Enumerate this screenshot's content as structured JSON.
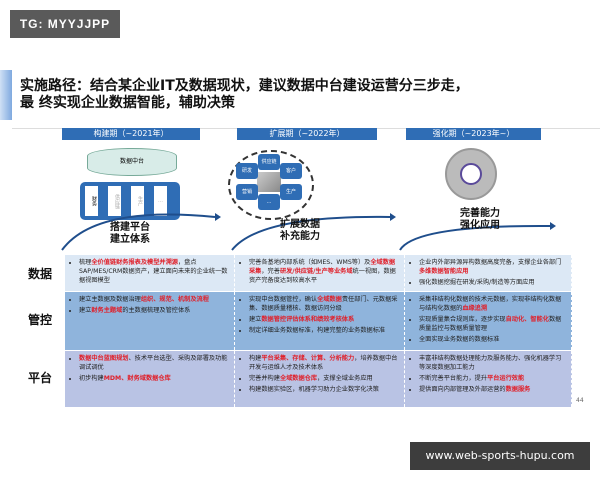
{
  "watermark": "TG: MYYJJPP",
  "title_line1": "实施路径：结合某企业IT及数据现状，建议数据中台建设运营分三步走，",
  "title_line2": "最  终实现企业数据智能，辅助决策",
  "phases": [
    {
      "header": "构建期（~2021年）",
      "caption1": "搭建平台",
      "caption2": "建立体系",
      "db_label": "数据中台",
      "modules": [
        "财务",
        "供应链",
        "生产",
        "…"
      ]
    },
    {
      "header": "扩展期（~2022年）",
      "caption1": "扩展数据",
      "caption2": "补充能力",
      "hexes": [
        "供应链",
        "研发",
        "客户",
        "营销",
        "生产",
        "…"
      ]
    },
    {
      "header": "强化期（~2023年~）",
      "caption1": "完善能力",
      "caption2": "强化应用"
    }
  ],
  "rows": [
    {
      "label": "数据",
      "cells": [
        [
          [
            {
              "t": "梳理"
            },
            {
              "t": "全价值链财务报表及模型并溯源",
              "hl": true
            },
            {
              "t": "，盘点SAP/MES/CRM数据资产，建立面向未来的企业统一数据视图模型"
            }
          ]
        ],
        [
          [
            {
              "t": "完善各基地内部系统（如MES、WMS等）及"
            },
            {
              "t": "全域数据采集",
              "hl": true
            },
            {
              "t": "，完善"
            },
            {
              "t": "研发/供应链/生产等业务域",
              "hl": true
            },
            {
              "t": "统一视图，数据资产完备度达到较高水平"
            }
          ]
        ],
        [
          [
            {
              "t": "企业内外部异源异构数据高度完备，支撑企业各部门"
            },
            {
              "t": "多维数据智能应用",
              "hl": true
            }
          ],
          [
            {
              "t": "强化数据挖掘在研发/采购/制造等方面应用"
            }
          ]
        ]
      ]
    },
    {
      "label": "管控",
      "cells": [
        [
          [
            {
              "t": "建立主数据及数据治理"
            },
            {
              "t": "组织、规范、机制及流程",
              "hl": true
            }
          ],
          [
            {
              "t": "建立"
            },
            {
              "t": "财务主题域",
              "hl": true
            },
            {
              "t": "的主数据梳理及管控体系"
            }
          ]
        ],
        [
          [
            {
              "t": "实现中台数据管控，确认"
            },
            {
              "t": "全域数据",
              "hl": true
            },
            {
              "t": "责任部门、元数据采集、数据质量稽核、数据访问分级"
            }
          ],
          [
            {
              "t": "建立"
            },
            {
              "t": "数据管控评估体系和绩效考核体系",
              "hl": true
            }
          ],
          [
            {
              "t": "制定详细业务数据标准，构建完整的业务数据标准"
            }
          ]
        ],
        [
          [
            {
              "t": "采集非结构化数据的技术元数据，实现非结构化数据与结构化数据的"
            },
            {
              "t": "血缘追溯",
              "hl": true
            }
          ],
          [
            {
              "t": "实现质量集合规则库，逐步实现"
            },
            {
              "t": "自动化、智能化",
              "hl": true
            },
            {
              "t": "数据质量监控与数据质量管理"
            }
          ],
          [
            {
              "t": "全面实现业务数据的数据标准"
            }
          ]
        ]
      ]
    },
    {
      "label": "平台",
      "cells": [
        [
          [
            {
              "t": "数据中台蓝图规划",
              "hl": true
            },
            {
              "t": "、技术平台选型、采购及部署及功能调试调优"
            }
          ],
          [
            {
              "t": "初步构建"
            },
            {
              "t": "MDM、财务域数据仓库",
              "hl": true
            }
          ]
        ],
        [
          [
            {
              "t": "构建"
            },
            {
              "t": "平台采集、存储、计算、分析能力",
              "hl": true
            },
            {
              "t": "，培养数据中台开发与运维人才及技术体系"
            }
          ],
          [
            {
              "t": "完善并构建"
            },
            {
              "t": "全域数据仓库",
              "hl": true
            },
            {
              "t": "，支撑全域业务应用"
            }
          ],
          [
            {
              "t": "构建数据实验区，机器学习助力企业数字化决策"
            }
          ]
        ],
        [
          [
            {
              "t": "丰富非结构数据处理能力及服务能力、强化机器学习等深度数据加工能力"
            }
          ],
          [
            {
              "t": "不断完善平台能力，提升"
            },
            {
              "t": "平台运行效能",
              "hl": true
            }
          ],
          [
            {
              "t": "提供面向内部管理及外部运营的"
            },
            {
              "t": "数据服务",
              "hl": true
            }
          ]
        ]
      ]
    }
  ],
  "page_number": "44",
  "footer_url": "www.web-sports-hupu.com",
  "colors": {
    "header_blue": "#2f6db5",
    "highlight_red": "#e0202a",
    "row_data": "#dce8f5",
    "row_control": "#8fb4dc",
    "row_platform": "#b9c3e4"
  }
}
